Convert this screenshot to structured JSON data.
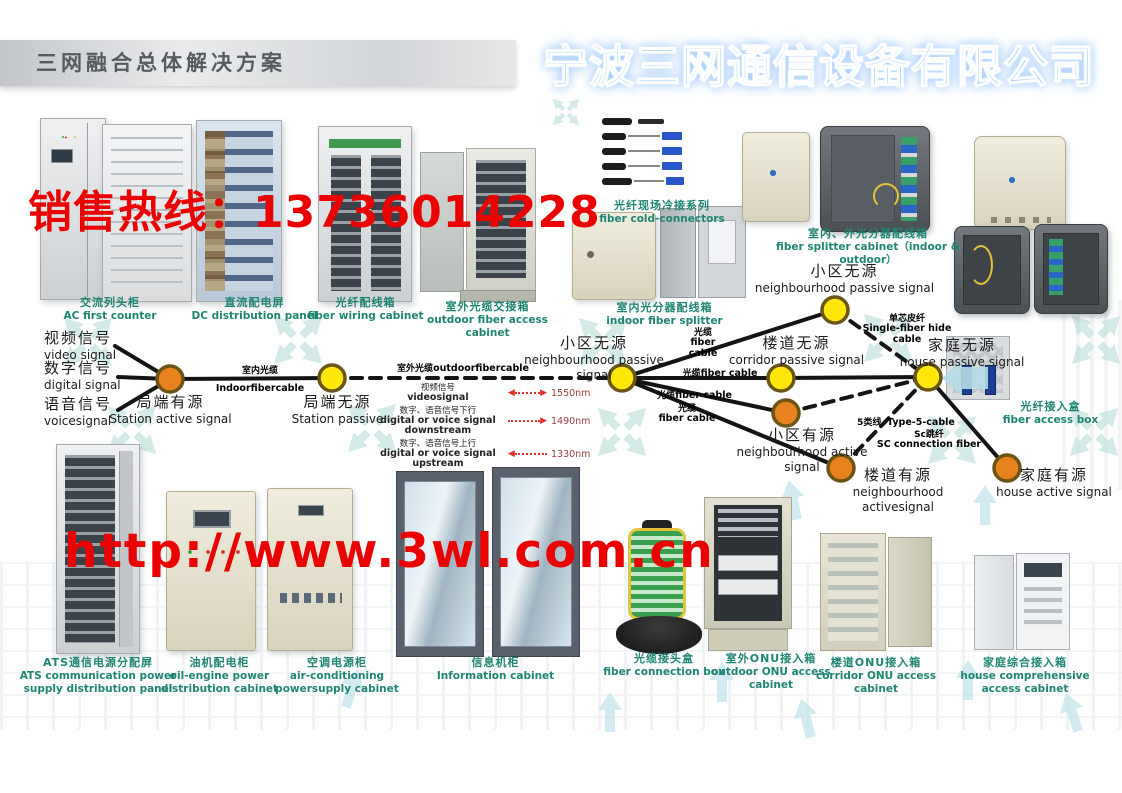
{
  "page": {
    "title_bar": "三网融合总体解决方案",
    "company": "宁波三网通信设备有限公司",
    "hotline": "销售热线：13736014228",
    "website": "http://www.3wl.com.cn"
  },
  "colors": {
    "label_teal": "#1f8573",
    "overlay_red": "#ea0000",
    "company_blue": "#8ec7f6",
    "node_yellow": "#ffe80a",
    "node_orange": "#e8821e",
    "node_border": "#6a5416",
    "accent_teal": "#b8dcd8"
  },
  "equipment": {
    "top": [
      {
        "zh": "交流列头柜",
        "en": "AC first counter"
      },
      {
        "zh": "直流配电屏",
        "en": "DC distribution panel"
      },
      {
        "zh": "光纤配线箱",
        "en": "fiber wiring cabinet"
      },
      {
        "zh": "室外光缆交接箱",
        "en": "outdoor fiber access cabinet"
      },
      {
        "zh": "光纤现场冷接系列",
        "en": "fiber cold-connectors"
      },
      {
        "zh": "室内光分器配线箱",
        "en": "indoor fiber splitter"
      },
      {
        "zh": "室内、外光分器配线箱",
        "en": "fiber splitter cabinet（indoor & outdoor）"
      }
    ],
    "bottom": [
      {
        "zh": "ATS通信电源分配屏",
        "en": "ATS communication power supply distribution panel"
      },
      {
        "zh": "油机配电柜",
        "en": "oil-engine power distribution cabinet"
      },
      {
        "zh": "空调电源柜",
        "en": "air-conditioning powersupply cabinet"
      },
      {
        "zh": "信息机柜",
        "en": "Information cabinet"
      },
      {
        "zh": "光缆接头盒",
        "en": "fiber connection box"
      },
      {
        "zh": "室外ONU接入箱",
        "en": "outdoor ONU access cabinet"
      },
      {
        "zh": "楼道ONU接入箱",
        "en": "corridor ONU access cabinet"
      },
      {
        "zh": "家庭综合接入箱",
        "en": "house comprehensive access cabinet"
      }
    ],
    "right": {
      "zh": "光纤接入盒",
      "en": "fiber access box"
    }
  },
  "diagram": {
    "inputs": [
      {
        "zh": "视频信号",
        "en": "video signal"
      },
      {
        "zh": "数字信号",
        "en": "digital signal"
      },
      {
        "zh": "语音信号",
        "en": "voicesignal"
      }
    ],
    "nodes": [
      {
        "zh": "局端有源",
        "en": "Station active signal",
        "type": "active"
      },
      {
        "zh": "局端无源",
        "en": "Station passive",
        "type": "passive"
      },
      {
        "zh": "小区无源",
        "en": "neighbourhood passive signal",
        "type": "passive"
      },
      {
        "zh": "小区无源",
        "en": "neighbourhood passive signal",
        "type": "passive"
      },
      {
        "zh": "楼道无源",
        "en": "corridor passive signal",
        "type": "passive"
      },
      {
        "zh": "家庭无源",
        "en": "house passive signal",
        "type": "passive"
      },
      {
        "zh": "小区有源",
        "en": "neighbourhood active signal",
        "type": "active"
      },
      {
        "zh": "楼道有源",
        "en": "neighbourhood activesignal",
        "type": "active"
      },
      {
        "zh": "家庭有源",
        "en": "house active signal",
        "type": "active"
      }
    ],
    "cables": {
      "indoor": {
        "zh": "室内光缆",
        "en": "Indoorfibercable"
      },
      "outdoor": {
        "zh": "室外光缆",
        "en": "outdoorfibercable"
      },
      "fiber": {
        "zh": "光缆",
        "en": "fiber cable"
      },
      "single": {
        "zh": "单芯皮纤",
        "en": "Single-fiber hide cable"
      },
      "cat5": {
        "zh": "5类线",
        "en": "Type-5-cable"
      },
      "sc": {
        "zh": "Sc跳纤",
        "en": "SC connection fiber"
      }
    },
    "wavelengths": [
      {
        "zh": "视频信号",
        "en": "videosignal",
        "value": "1550nm",
        "dir": "both"
      },
      {
        "zh": "数字、语音信号下行",
        "en": "digital or voice signal downstream",
        "value": "1490nm",
        "dir": "right"
      },
      {
        "zh": "数字、语音信号上行",
        "en": "digital or voice signal upstream",
        "value": "1330nm",
        "dir": "left"
      }
    ]
  }
}
